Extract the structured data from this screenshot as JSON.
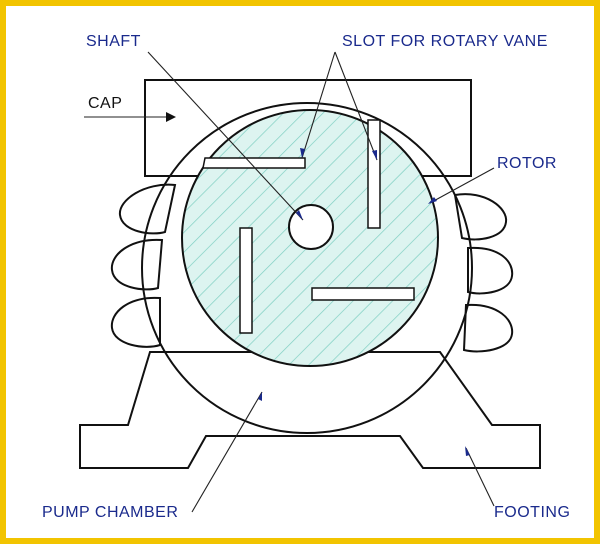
{
  "labels": {
    "shaft": "SHAFT",
    "slot": "SLOT FOR ROTARY VANE",
    "cap": "CAP",
    "rotor": "ROTOR",
    "pump_chamber": "PUMP CHAMBER",
    "footing": "FOOTING"
  },
  "colors": {
    "frame": "#f2c400",
    "label": "#1a2a8c",
    "rotor_fill": "#d8f2ee",
    "hatch": "#7fcfc2",
    "outline": "#111111"
  }
}
